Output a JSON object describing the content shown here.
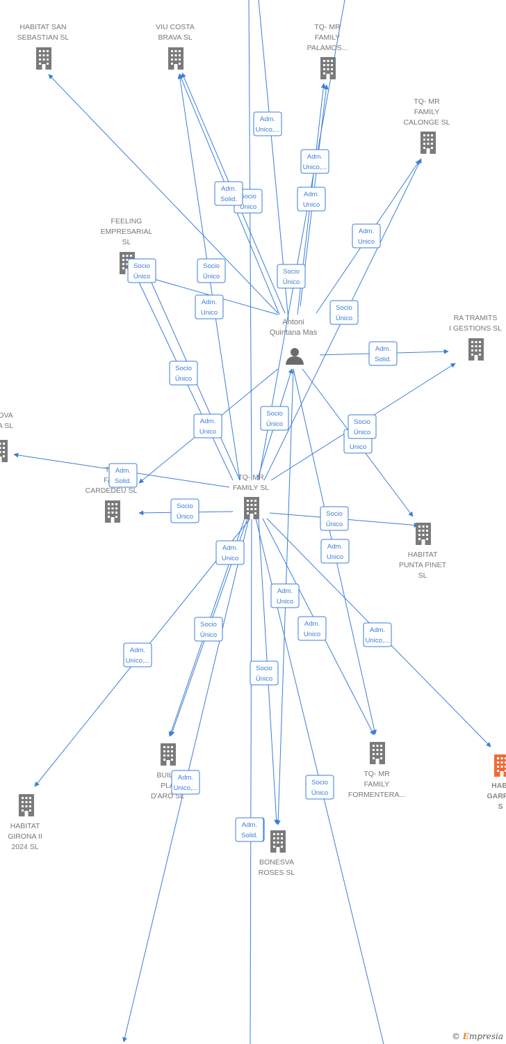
{
  "person": {
    "label_lines": [
      "Antoni",
      "Quintana Mas"
    ]
  },
  "companies": [
    {
      "id": "habitat-san-sebastian",
      "lines": [
        "HABITAT SAN",
        "SEBASTIAN  SL"
      ]
    },
    {
      "id": "viu-costa-brava",
      "lines": [
        "VIU COSTA",
        "BRAVA  SL"
      ]
    },
    {
      "id": "tq-palamos",
      "lines": [
        "TQ- MR",
        "FAMILY",
        "PALAMOS..."
      ]
    },
    {
      "id": "tq-calonge",
      "lines": [
        "TQ- MR",
        "FAMILY",
        "CALONGE  SL"
      ]
    },
    {
      "id": "feeling",
      "lines": [
        "FEELING",
        "EMPRESARIAL",
        "SL"
      ]
    },
    {
      "id": "ra-tramits",
      "lines": [
        "RA TRAMITS",
        "I GESTIONS  SL"
      ]
    },
    {
      "id": "bonesva-left",
      "lines": [
        "OVA",
        "A SL"
      ]
    },
    {
      "id": "tq-cardedeu",
      "lines": [
        "TQ-",
        "FAM",
        "CARDEDEU  SL"
      ]
    },
    {
      "id": "tq-family",
      "lines": [
        "TQ- MR",
        "FAMILY SL"
      ]
    },
    {
      "id": "habitat-punta-pinet",
      "lines": [
        "HABITAT",
        "PUNTA PINET",
        "SL"
      ]
    },
    {
      "id": "build-platja",
      "lines": [
        "BUILD",
        "PLA",
        "D'ARO  SL"
      ]
    },
    {
      "id": "tq-formentera",
      "lines": [
        "TQ- MR",
        "FAMILY",
        "FORMENTERA..."
      ]
    },
    {
      "id": "habitat-garrotxa",
      "lines": [
        "HABI",
        "GARRO",
        "S"
      ]
    },
    {
      "id": "habitat-girona",
      "lines": [
        "HABITAT",
        "GIRONA II",
        "2024  SL"
      ]
    },
    {
      "id": "bonesva-roses",
      "lines": [
        "BONESVA",
        "ROSES  SL"
      ]
    }
  ],
  "edge_labels": [
    [
      "Adm.",
      "Unico,..."
    ],
    [
      "Adm.",
      "Unico,..."
    ],
    [
      "Adm.",
      "Unico"
    ],
    [
      "Socio",
      "Único"
    ],
    [
      "Adm.",
      "Solid."
    ],
    [
      "Adm.",
      "Unico"
    ],
    [
      "Socio",
      "Único"
    ],
    [
      "Socio",
      "Único"
    ],
    [
      "Socio",
      "Único"
    ],
    [
      "Adm.",
      "Unico"
    ],
    [
      "Socio",
      "Único"
    ],
    [
      "Socio",
      "Único"
    ],
    [
      "Adm.",
      "Solid."
    ],
    [
      "Socio",
      "Único"
    ],
    [
      "Adm.",
      "Unico"
    ],
    [
      "Adm.",
      "Unico"
    ],
    [
      "Adm.",
      "Unico"
    ],
    [
      "Socio",
      "Único"
    ],
    [
      "Adm.",
      "Solid."
    ],
    [
      "Socio",
      "Único"
    ],
    [
      "Socio",
      "Único"
    ],
    [
      "Adm.",
      "Unico"
    ],
    [
      "Adm.",
      "Unico"
    ],
    [
      "Adm.",
      "Unico"
    ],
    [
      "Socio",
      "Único"
    ],
    [
      "Adm.",
      "Unico,..."
    ],
    [
      "Socio",
      "Único"
    ],
    [
      "Adm.",
      "Unico,..."
    ],
    [
      "Socio",
      "Único"
    ],
    [
      "Adm.",
      "Unico,..."
    ],
    [
      "Socio",
      "Único"
    ],
    [
      "Adm.",
      "Solid."
    ]
  ],
  "footer": {
    "copyright": "©",
    "brand_initial": "E",
    "brand_rest": "mpresia"
  },
  "colors": {
    "edge": "#3b7dd8",
    "building": "#7a7a7a",
    "building_highlight": "#f06a35",
    "person": "#6b6b6b"
  }
}
